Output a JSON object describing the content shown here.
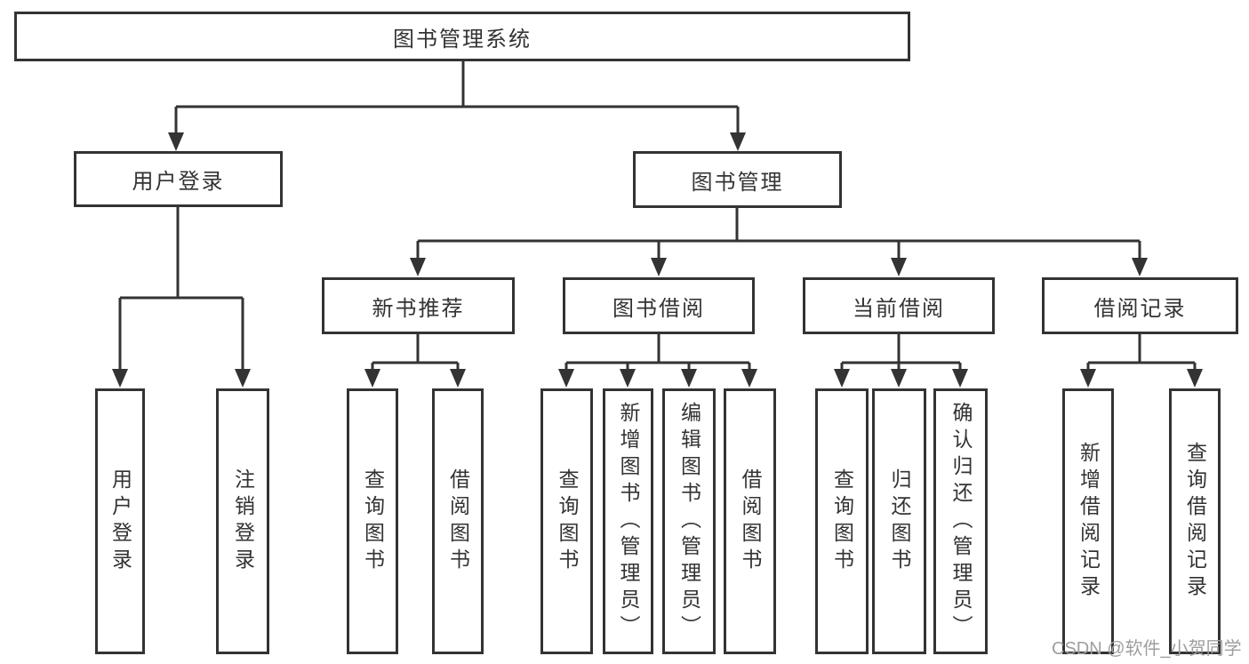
{
  "tree": {
    "root": {
      "label": "图书管理系统"
    },
    "user_login": {
      "label": "用户登录",
      "children": [
        "用户登录",
        "注销登录"
      ]
    },
    "book_management": {
      "label": "图书管理",
      "sections": {
        "new_book_recommend": {
          "label": "新书推荐",
          "children": [
            "查询图书",
            "借阅图书"
          ]
        },
        "book_borrow": {
          "label": "图书借阅",
          "children": [
            "查询图书",
            "新增图书（管理员）",
            "编辑图书（管理员）",
            "借阅图书"
          ]
        },
        "current_borrow": {
          "label": "当前借阅",
          "children": [
            "查询图书",
            "归还图书",
            "确认归还（管理员）"
          ]
        },
        "borrow_records": {
          "label": "借阅记录",
          "children": [
            "新增借阅记录",
            "查询借阅记录"
          ]
        }
      }
    }
  },
  "watermark": {
    "text": "CSDN @软件_小贺同学"
  },
  "colors": {
    "line": "#333333",
    "text": "#333333",
    "background": "#ffffff",
    "watermark": "#9e9e9e"
  }
}
